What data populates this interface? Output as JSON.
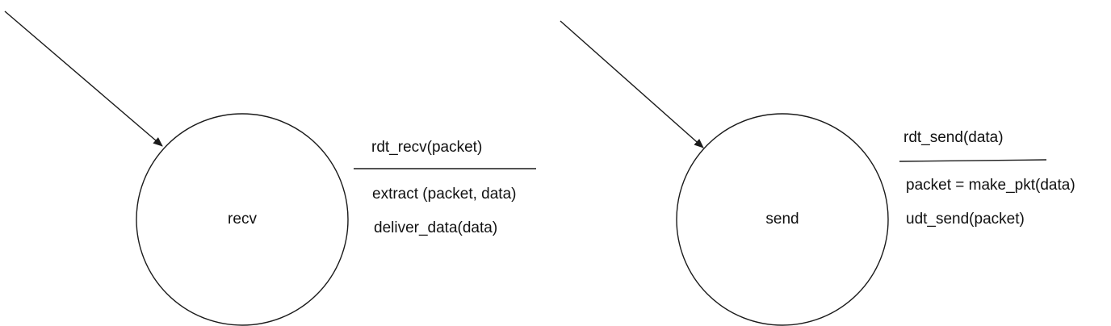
{
  "colors": {
    "stroke": "#1a1a1a",
    "background": "#ffffff",
    "text": "#111111"
  },
  "receiver": {
    "state_name": "recv",
    "event": "rdt_recv(packet)",
    "actions": [
      "extract (packet, data)",
      "deliver_data(data)"
    ]
  },
  "sender": {
    "state_name": "send",
    "event": "rdt_send(data)",
    "actions": [
      "packet = make_pkt(data)",
      "udt_send(packet)"
    ]
  }
}
